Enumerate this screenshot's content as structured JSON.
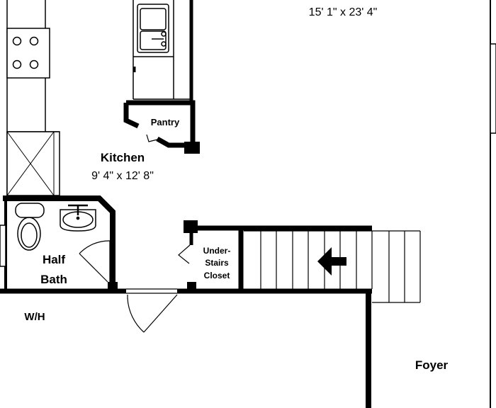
{
  "rooms": {
    "living": {
      "dims": "15' 1\" x 23' 4\""
    },
    "kitchen": {
      "name": "Kitchen",
      "dims": "9' 4\" x 12' 8\""
    },
    "pantry": {
      "name": "Pantry"
    },
    "half_bath": {
      "line1": "Half",
      "line2": "Bath"
    },
    "closet": {
      "line1": "Under-",
      "line2": "Stairs",
      "line3": "Closet"
    },
    "water_heater": {
      "name": "W/H"
    },
    "foyer": {
      "name": "Foyer"
    }
  },
  "colors": {
    "wall": "#000000",
    "background": "#ffffff"
  }
}
